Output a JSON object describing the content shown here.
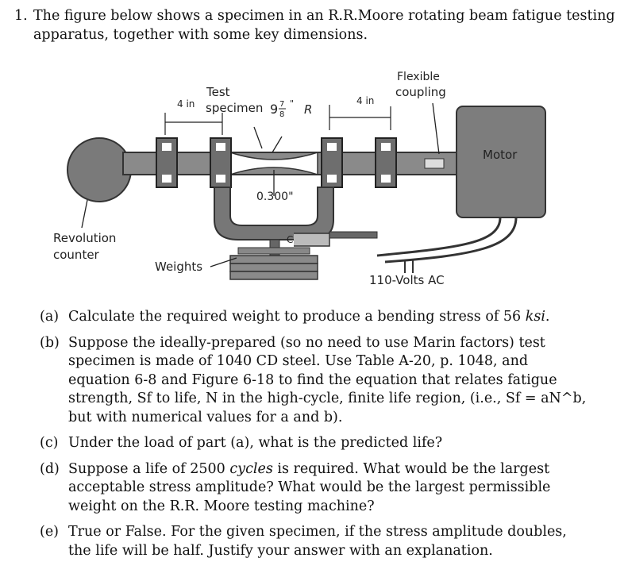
{
  "problem": {
    "number": "1.",
    "text": "The figure below shows a specimen in an R.R.Moore rotating beam fatigue testing apparatus, together with some key dimensions."
  },
  "figure": {
    "labels": {
      "test": "Test",
      "specimen": "specimen",
      "dim_left": "4 in",
      "dim_right": "4 in",
      "radius_whole": "9",
      "radius_num": "7",
      "radius_den": "8",
      "radius_mark": "\"",
      "radius_r": "R",
      "flexible": "Flexible",
      "coupling": "coupling",
      "motor": "Motor",
      "diameter": "0.300\"",
      "revolution": "Revolution",
      "counter": "counter",
      "weights": "Weights",
      "clutch": "C",
      "power": "110-Volts AC"
    }
  },
  "parts": [
    {
      "label": "(a)",
      "text_1": "Calculate the required weight to produce a bending stress of 56 ",
      "ksi": "ksi",
      "text_2": "."
    },
    {
      "label": "(b)",
      "text": "Suppose the ideally-prepared (so no need to use Marin factors) test specimen is made of 1040 CD steel. Use Table A-20, p. 1048, and equation 6-8 and Figure 6-18 to find the equation that relates fatigue strength, Sf to life, N in the high-cycle, finite life region, (i.e., Sf = aN^b, but with numerical values for a and b)."
    },
    {
      "label": "(c)",
      "text": "Under the load of part (a), what is the predicted life?"
    },
    {
      "label": "(d)",
      "text_1": "Suppose a life of 2500 ",
      "cycles": "cycles",
      "text_2": " is required. What would be the largest acceptable stress amplitude? What would be the largest permissible weight on the R.R. Moore testing machine?"
    },
    {
      "label": "(e)",
      "text": "True or False. For the given specimen, if the stress amplitude doubles, the life will be half. Justify your answer with an explanation."
    }
  ]
}
